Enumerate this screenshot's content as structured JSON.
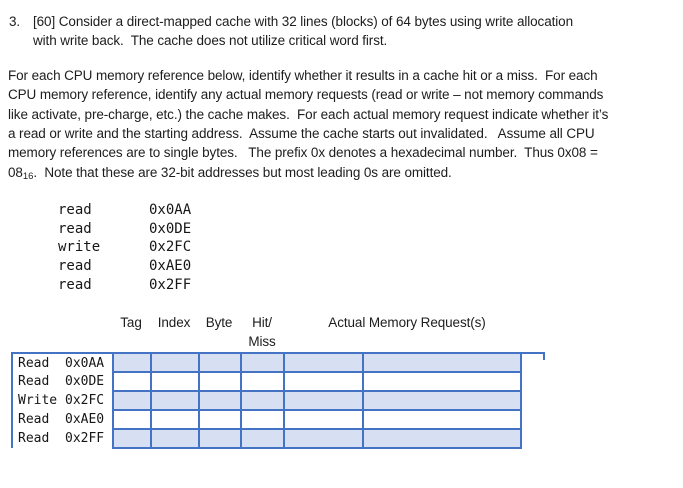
{
  "colors": {
    "table_border": "#4472C4",
    "table_row_fill": "#D6E0F2",
    "text": "#1d1d1d"
  },
  "question": {
    "number": "3.",
    "line1": "[60] Consider a direct-mapped cache with 32 lines (blocks) of 64 bytes using write allocation",
    "line2": "with write back.  The cache does not utilize critical word first."
  },
  "paragraph": {
    "line1": "For each CPU memory reference below, identify whether it results in a cache hit or a miss.  For each",
    "line2": "CPU memory reference, identify any actual memory requests (read or write – not memory commands",
    "line3": "like activate, pre-charge, etc.) the cache makes.  For each actual memory request indicate whether it’s",
    "line4": "a read or write and the starting address.  Assume the cache starts out invalidated.   Assume all CPU",
    "line5": "memory references are to single bytes.   The prefix 0x denotes a hexadecimal number.  Thus 0x08 =",
    "line6_prefix": "08",
    "line6_subscript": "16",
    "line6_rest": ".  Note that these are 32-bit addresses but most leading 0s are omitted."
  },
  "memory_reference_list": {
    "items": [
      {
        "op": "read",
        "address": "0x0AA"
      },
      {
        "op": "read",
        "address": "0x0DE"
      },
      {
        "op": "write",
        "address": "0x2FC"
      },
      {
        "op": "read",
        "address": "0xAE0"
      },
      {
        "op": "read",
        "address": "0x2FF"
      }
    ]
  },
  "answer_table": {
    "headers": {
      "tag": "Tag",
      "index": "Index",
      "byte": "Byte",
      "hit_miss_top": "Hit/",
      "hit_miss_bottom": "Miss",
      "requests": "Actual Memory Request(s)"
    },
    "rows": [
      {
        "op": "Read",
        "address": "0x0AA"
      },
      {
        "op": "Read",
        "address": "0x0DE"
      },
      {
        "op": "Write",
        "address": "0x2FC"
      },
      {
        "op": "Read",
        "address": "0xAE0"
      },
      {
        "op": "Read",
        "address": "0x2FF"
      }
    ]
  }
}
